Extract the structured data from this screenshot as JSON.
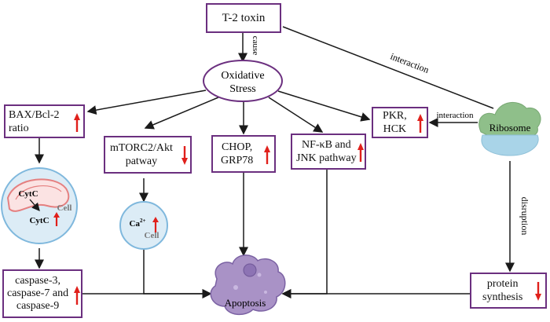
{
  "toxin": "T-2 toxin",
  "oxidative": {
    "line1": "Oxidative",
    "line2": "Stress"
  },
  "edge_labels": {
    "cause": "cause",
    "interaction_top": "interaction",
    "interaction_pkr": "interaction",
    "disruption": "disruption"
  },
  "bax": {
    "line1": "BAX/Bcl-2",
    "line2": "ratio"
  },
  "mtorc": {
    "line1": "mTORC2/Akt",
    "line2": "patway"
  },
  "chop": {
    "line1": "CHOP,",
    "line2": "GRP78"
  },
  "nfkb": {
    "line1": "NF-κB and",
    "line2": "JNK pathway"
  },
  "pkr": {
    "line1": "PKR,",
    "line2": "HCK"
  },
  "ribosome": "Ribosome",
  "mito_cell": {
    "cytc_top": "CytC",
    "cytc_bottom": "CytC",
    "cell": "Cell"
  },
  "ca_cell": {
    "ca": "Ca",
    "sup": "2+",
    "cell": "Cell"
  },
  "caspase": {
    "line1": "caspase-3,",
    "line2": "caspase-7 and",
    "line3": "caspase-9"
  },
  "apoptosis": "Apoptosis",
  "protein": {
    "line1": "protein",
    "line2": "synthesis"
  },
  "colors": {
    "box_border": "#6b2f7f",
    "arrow_up": "#e0201b",
    "arrow_line": "#1a1a1a",
    "cell_fill": "#dcecf6",
    "cell_border": "#7fb8dd",
    "apoptosis_fill": "#a992c6",
    "ribosome_top": "#8fbf8a",
    "ribosome_bottom": "#a9d4e8"
  }
}
